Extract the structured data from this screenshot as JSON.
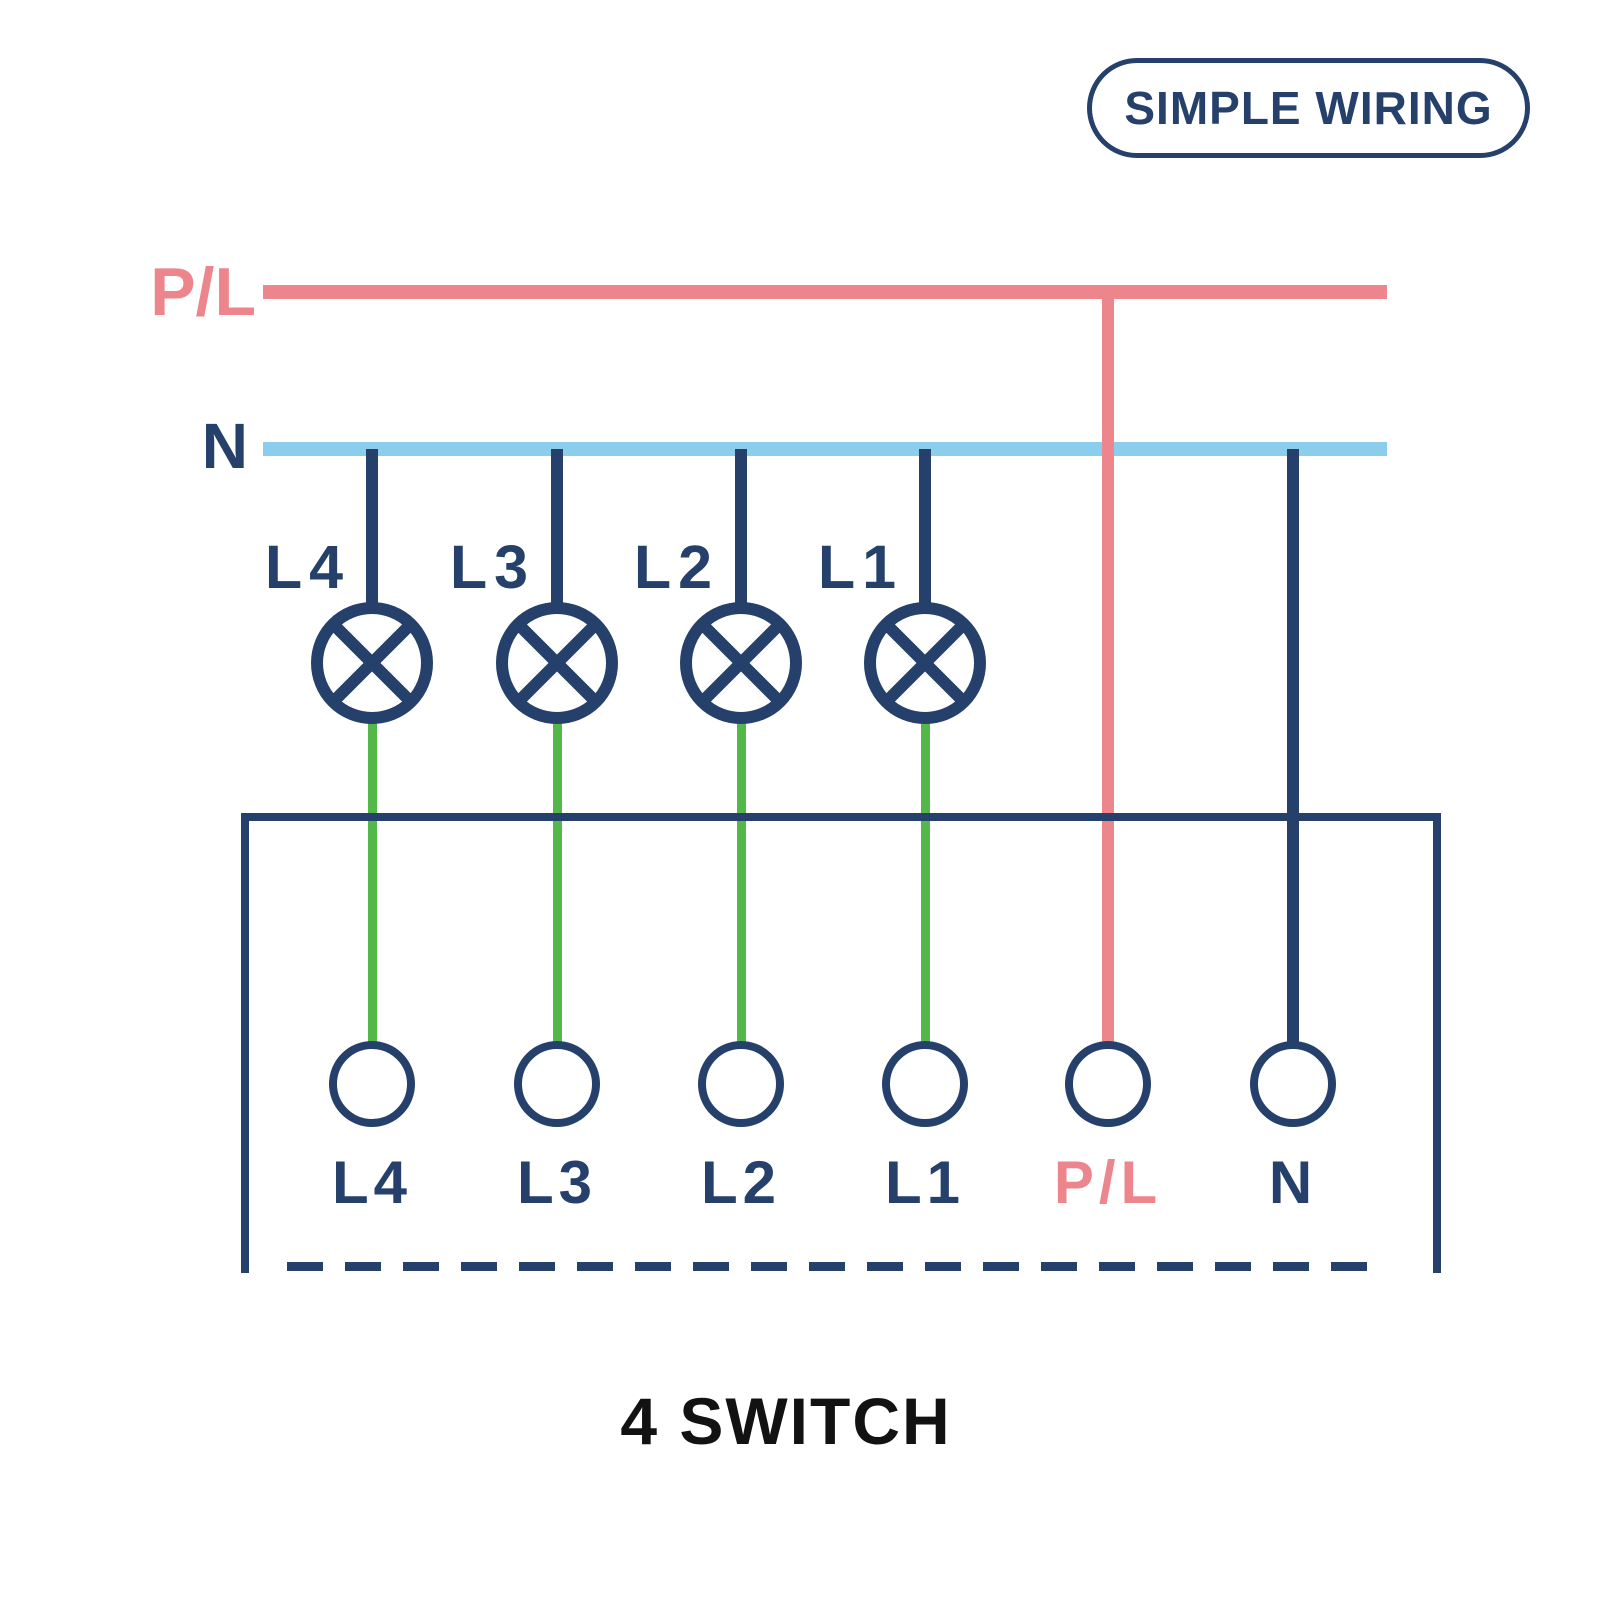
{
  "badge": {
    "label": "SIMPLE WIRING"
  },
  "title": "4 SWITCH",
  "buses": {
    "phase": {
      "label": "P/L",
      "color": "#ec868c"
    },
    "neutral": {
      "label": "N",
      "color": "#8bcdec"
    }
  },
  "lamps": [
    {
      "label": "L4"
    },
    {
      "label": "L3"
    },
    {
      "label": "L2"
    },
    {
      "label": "L1"
    }
  ],
  "switch_box": {
    "terminals": [
      {
        "label": "L4",
        "wire_color": "#52b848"
      },
      {
        "label": "L3",
        "wire_color": "#52b848"
      },
      {
        "label": "L2",
        "wire_color": "#52b848"
      },
      {
        "label": "L1",
        "wire_color": "#52b848"
      },
      {
        "label": "P/L",
        "wire_color": "#ec868c"
      },
      {
        "label": "N",
        "wire_color": "#24406b"
      }
    ]
  },
  "colors": {
    "navy": "#24406b",
    "pink": "#ec868c",
    "sky": "#8bcdec",
    "green": "#52b848",
    "title_text": "#121212"
  }
}
